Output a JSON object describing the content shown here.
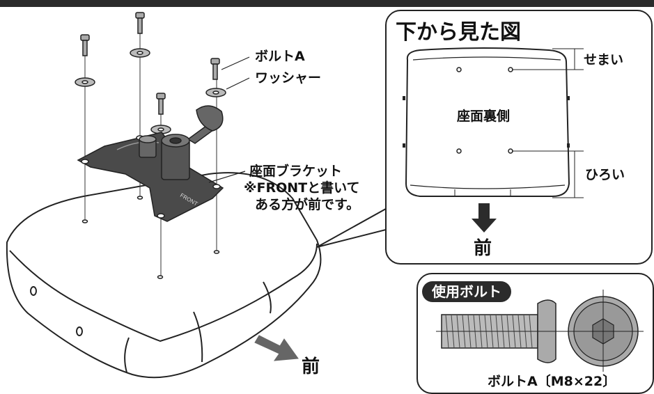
{
  "labels": {
    "bolt_a": "ボルトA",
    "washer": "ワッシャー",
    "bracket_l1": "座面ブラケット",
    "bracket_l2": "※FRONTと書いて",
    "bracket_l3": "ある方が前です。",
    "front_main": "前",
    "front_stamp": "FRONT"
  },
  "inset": {
    "title": "下から見た図",
    "seat_back": "座面裏側",
    "narrow": "せまい",
    "wide": "ひろい",
    "front": "前"
  },
  "bolt_box": {
    "badge": "使用ボルト",
    "caption": "ボルトA〔M8×22〕"
  },
  "colors": {
    "dark": "#2b2b2b",
    "arrow_gray": "#666666",
    "bracket": "#4a4a4a",
    "seat_fill": "#ffffff"
  }
}
